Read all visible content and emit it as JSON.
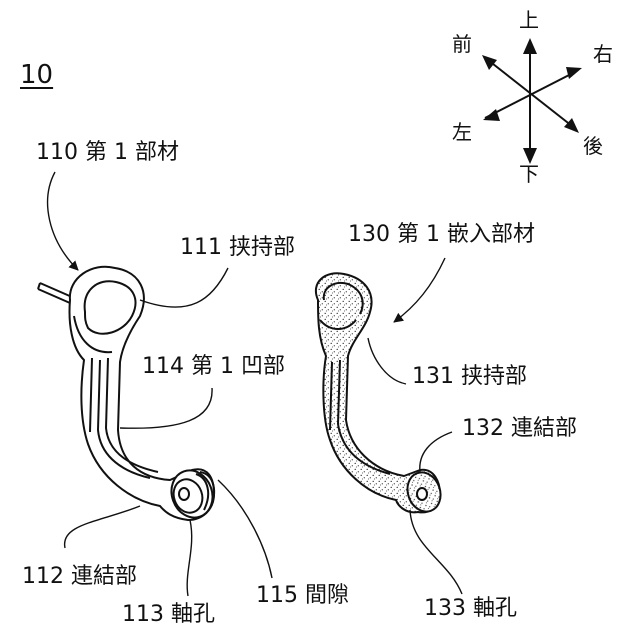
{
  "figure_number": "10",
  "directions": {
    "up": "上",
    "down": "下",
    "front": "前",
    "back": "後",
    "left": "左",
    "right": "右"
  },
  "labels": {
    "first_member": "110 第 1 部材",
    "clamp_part_111": "111 挟持部",
    "first_recess": "114 第 1 凹部",
    "connecting_part_112": "112 連結部",
    "shaft_hole_113": "113 軸孔",
    "gap": "115 間隙",
    "first_fitting_member": "130 第 1 嵌入部材",
    "clamp_part_131": "131 挟持部",
    "connecting_part_132": "132 連結部",
    "shaft_hole_133": "133 軸孔"
  }
}
